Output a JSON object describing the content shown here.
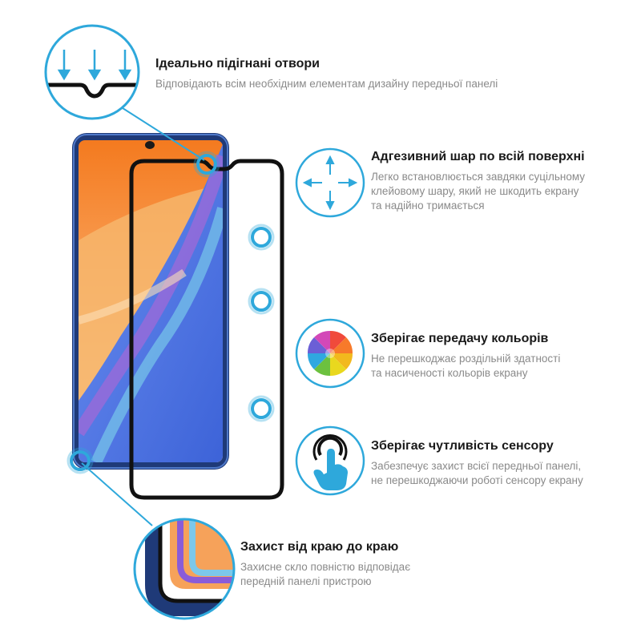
{
  "colors": {
    "accent": "#2ea8db",
    "text_dark": "#1a1a1a",
    "text_muted": "#8a8a8a",
    "glass_frame": "#111111",
    "phone_body": "#1f3a78"
  },
  "features": {
    "holes": {
      "icon": "arrows-down-notch-icon",
      "title": "Ідеально підігнані отвори",
      "desc_lines": [
        "Відповідають всім необхідним елементам дизайну передньої панелі"
      ]
    },
    "adhesive": {
      "icon": "expand-arrows-icon",
      "title": "Адгезивний шар по всій поверхні",
      "desc_lines": [
        "Легко встановлюється завдяки суцільному",
        "клейовому шару, який не шкодить екрану",
        "та надійно тримається"
      ]
    },
    "colors": {
      "icon": "color-wheel-icon",
      "title": "Зберігає передачу кольорів",
      "desc_lines": [
        "Не перешкоджає роздільній здатності",
        "та насиченості кольорів екрану"
      ]
    },
    "touch": {
      "icon": "touch-finger-icon",
      "title": "Зберігає чутливість сенсору",
      "desc_lines": [
        "Забезпечує захист всієї передньої панелі,",
        "не перешкоджаючи роботі сенсору екрану"
      ]
    },
    "edge": {
      "icon": "edge-zoom-icon",
      "title": "Захист від краю до краю",
      "desc_lines": [
        "Захисне скло повністю відповідає",
        "передній панелі пристрою"
      ]
    }
  }
}
